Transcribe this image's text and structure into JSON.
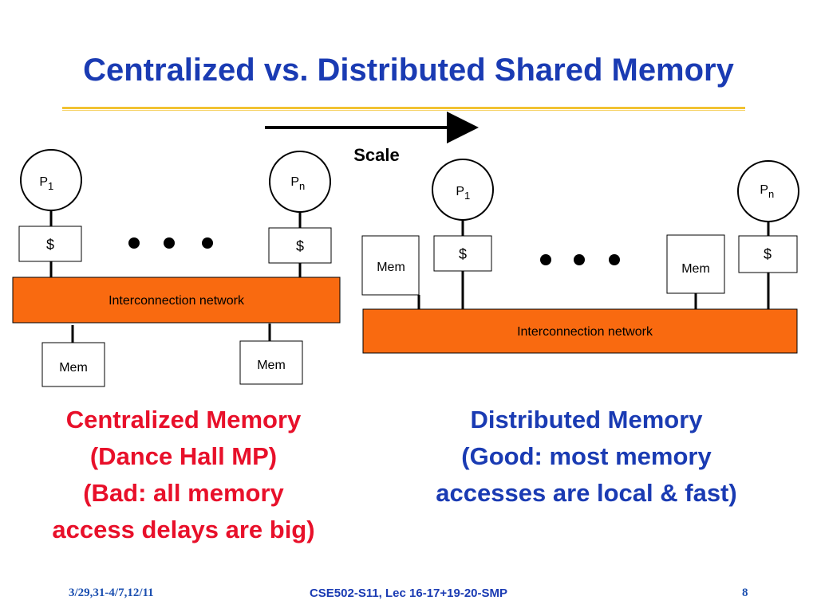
{
  "title": "Centralized vs. Distributed Shared Memory",
  "scale_label": "Scale",
  "centralized": {
    "p1_label": "P",
    "p1_sub": "1",
    "pn_label": "P",
    "pn_sub": "n",
    "cache_label": "$",
    "network_label": "Interconnection network",
    "mem_label": "Mem",
    "caption": [
      "Centralized Memory",
      "(Dance Hall MP)",
      "(Bad: all memory",
      "access delays are big)"
    ]
  },
  "distributed": {
    "p1_label": "P",
    "p1_sub": "1",
    "pn_label": "P",
    "pn_sub": "n",
    "cache_label": "$",
    "mem_label": "Mem",
    "network_label": "Interconnection network",
    "caption": [
      "Distributed Memory",
      "(Good: most memory",
      "accesses are local & fast)"
    ]
  },
  "colors": {
    "title": "#1a3bb3",
    "network": "#f96a10",
    "caption_red": "#e8102a",
    "caption_blue": "#1a3bb3",
    "rule": "#f1c232"
  },
  "footer": {
    "date": "3/29,31-4/7,12/11",
    "course": "CSE502-S11, Lec 16-17+19-20-SMP",
    "page": "8"
  }
}
